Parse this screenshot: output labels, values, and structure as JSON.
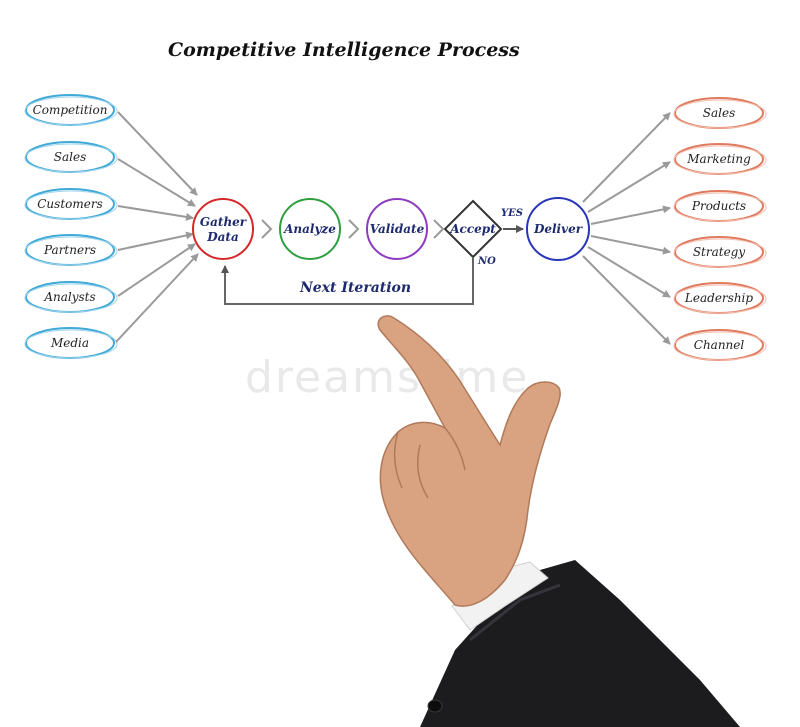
{
  "title": "Competitive Intelligence Process",
  "watermark": "dreamstime",
  "inputs": [
    "Competition",
    "Sales",
    "Customers",
    "Partners",
    "Analysts",
    "Media"
  ],
  "outputs": [
    "Sales",
    "Marketing",
    "Products",
    "Strategy",
    "Leadership",
    "Channel"
  ],
  "steps": {
    "gather_line1": "Gather",
    "gather_line2": "Data",
    "analyze": "Analyze",
    "validate": "Validate",
    "accept": "Accept",
    "deliver": "Deliver"
  },
  "labels": {
    "yes": "YES",
    "no": "NO",
    "next_iteration": "Next Iteration"
  },
  "colors": {
    "input_oval": "#3fa9d8",
    "output_oval": "#e07a5f",
    "gather": "#d62828",
    "analyze": "#2e9e3f",
    "validate": "#8e3bbf",
    "deliver": "#2836b8",
    "arrows": "#9a9a9a",
    "text": "#1d2a6e"
  }
}
